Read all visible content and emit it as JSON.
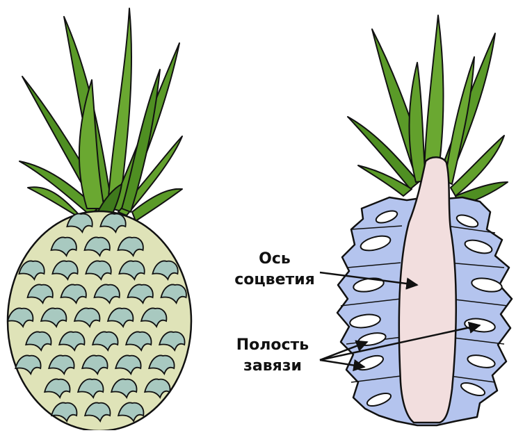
{
  "labels": {
    "axis_line1": "Ось",
    "axis_line2": "соцветия",
    "cavity_line1": "Полость",
    "cavity_line2": "завязи"
  },
  "colors": {
    "leaf": "#5a9a28",
    "leaf_dark": "#3f7a1c",
    "fruitlet": "#a8c9c0",
    "fruit_base": "#dfe3b8",
    "section": "#b4c4ee",
    "core": "#f2dede",
    "outline": "#111111"
  }
}
